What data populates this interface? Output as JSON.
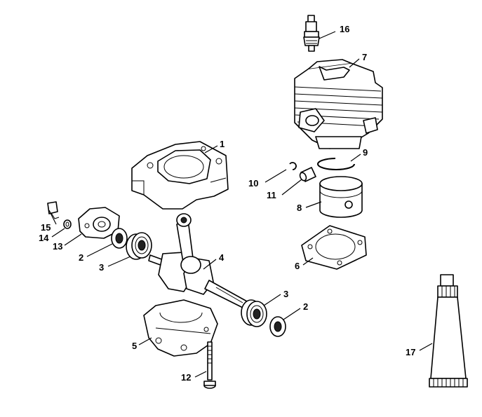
{
  "callouts": {
    "c1": "1",
    "c2a": "2",
    "c2b": "2",
    "c3a": "3",
    "c3b": "3",
    "c4": "4",
    "c5": "5",
    "c6": "6",
    "c7": "7",
    "c8": "8",
    "c9": "9",
    "c10": "10",
    "c11": "11",
    "c12": "12",
    "c13": "13",
    "c14": "14",
    "c15": "15",
    "c16": "16",
    "c17": "17"
  }
}
